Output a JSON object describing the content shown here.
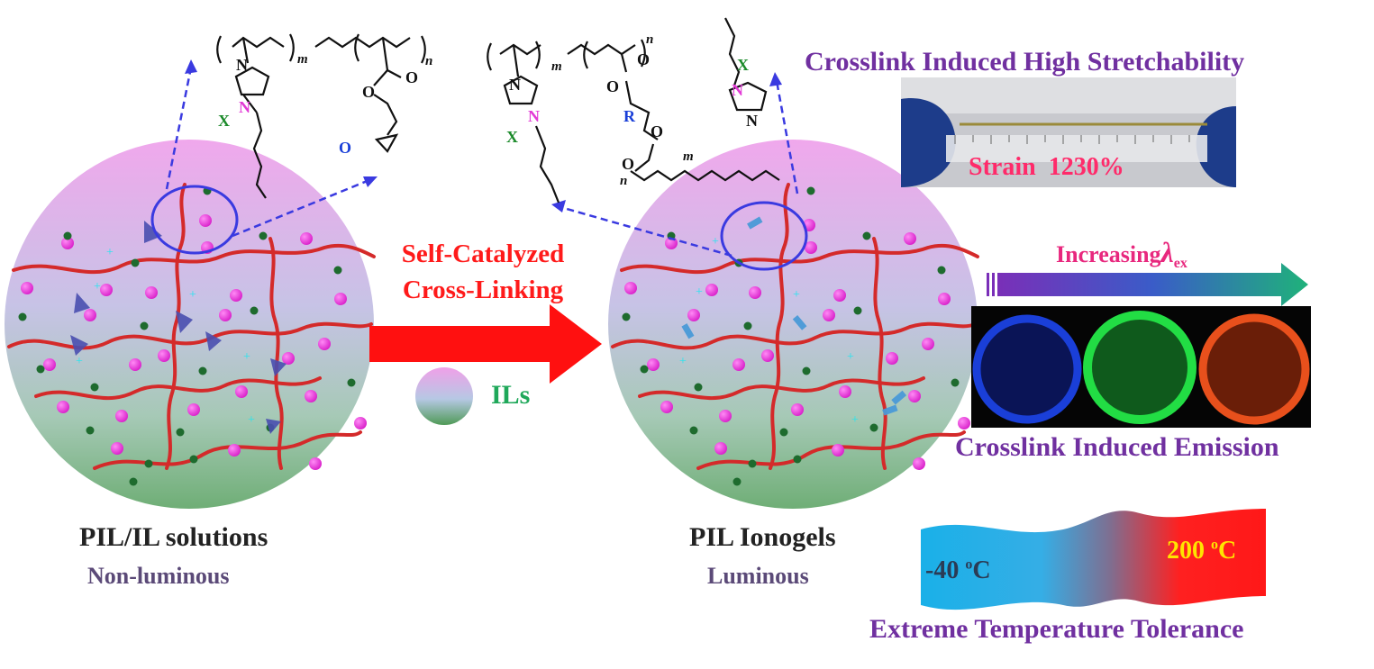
{
  "labels": {
    "left_title": "PIL/IL solutions",
    "left_sub": "Non-luminous",
    "middle_title": "PIL Ionogels",
    "middle_sub": "Luminous",
    "reaction_line1": "Self-Catalyzed",
    "reaction_line2": "Cross-Linking",
    "ils": "ILs",
    "stretch_title": "Crosslink Induced High Stretchability",
    "strain_label": "Strain",
    "strain_value": "1230%",
    "increasing": "Increasing",
    "lambda": "λ",
    "lambda_sub": "ex",
    "emission_title": "Crosslink Induced Emission",
    "temp_low": "-40 ",
    "temp_high": "200 ",
    "deg_sup": "o",
    "deg_unit": "C",
    "temp_title": "Extreme Temperature Tolerance"
  },
  "structure": {
    "m": "m",
    "n": "n",
    "N": "N",
    "N_plus": "+",
    "X": "X",
    "X_minus": "-",
    "O": "O",
    "R": "R"
  },
  "colors": {
    "polymer_red": "#d42a2a",
    "bead_magenta": "#e23ad6",
    "dot_green": "#1e6b2e",
    "triangle_blue": "#4a4fb0",
    "arrow_blue": "#3a3ae0",
    "reaction_arrow": "#ff1010",
    "emission_blue": "#1a3fd8",
    "emission_green": "#22dd44",
    "emission_red": "#e8501c"
  }
}
